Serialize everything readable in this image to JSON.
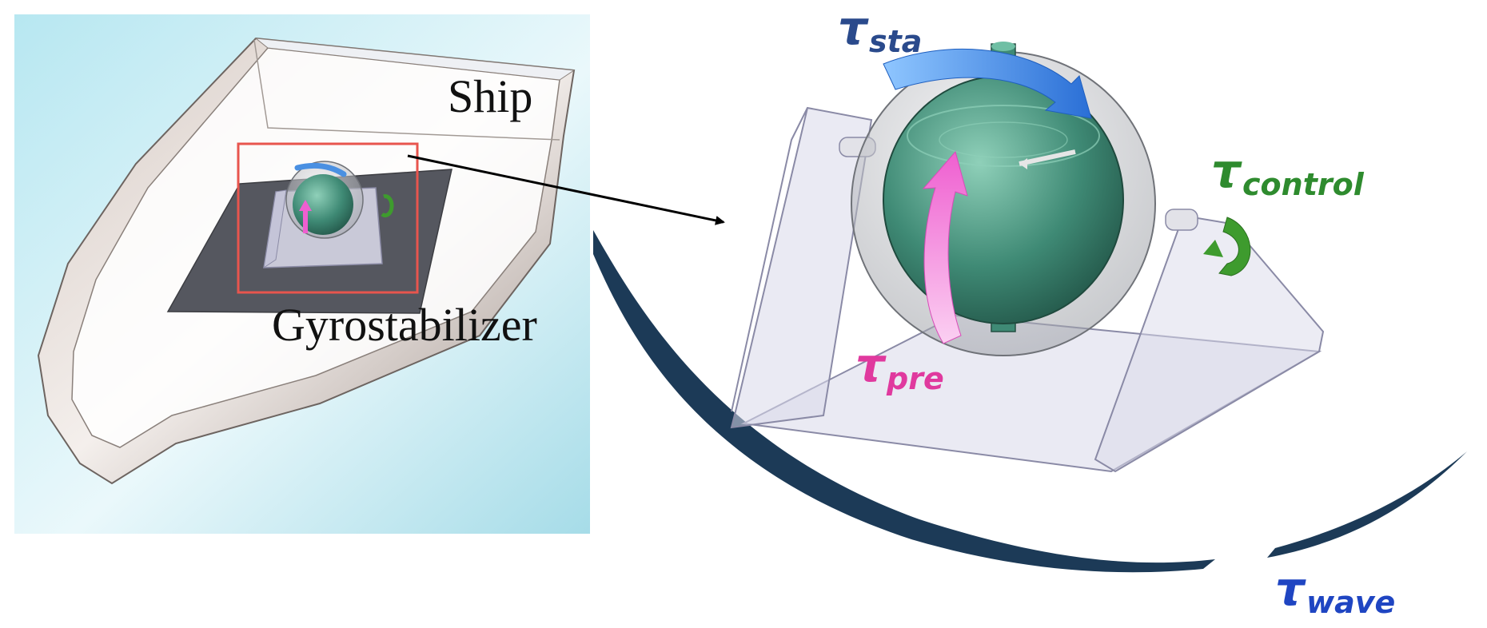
{
  "labels": {
    "ship": "Ship",
    "gyrostabilizer": "Gyrostabilizer"
  },
  "torques": {
    "symbol": "τ",
    "sta": {
      "subscript": "sta",
      "color": "#2a4a8c"
    },
    "control": {
      "subscript": "control",
      "color": "#2e8b2e"
    },
    "pre": {
      "subscript": "pre",
      "color": "#e0399e"
    },
    "wave": {
      "subscript": "wave",
      "color": "#1f45c2"
    }
  },
  "colors": {
    "water": "#a9dfea",
    "hull": "#c9bdb6",
    "deck": "#55575f",
    "rotor": "#4e9c86",
    "frame": "#d9d9e8",
    "highlight_box": "#e8554e",
    "wave_arrow": "#1c3a57",
    "sta_arrow": "#4a90e2",
    "pre_arrow": "#f27ad6",
    "control_arrow": "#3e9b2e"
  }
}
